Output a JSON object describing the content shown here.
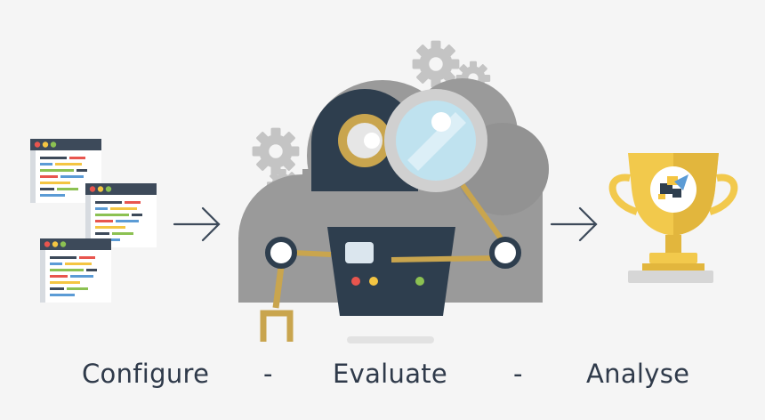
{
  "steps": {
    "configure": "Configure",
    "separator1": "-",
    "evaluate": "Evaluate",
    "separator2": "-",
    "analyse": "Analyse"
  },
  "icons": {
    "configure": "code-windows-icon",
    "arrow": "arrow-right-icon",
    "evaluate": "robot-cloud-magnifier-icon",
    "analyse": "trophy-icon"
  },
  "colors": {
    "text": "#2f3a4a",
    "navy": "#2e3e4e",
    "gold": "#c9a54e",
    "trophy": "#f2c94c",
    "cloud": "#9e9e9e",
    "gear": "#bdbdbd",
    "red": "#e8554e",
    "yellow": "#f4c542",
    "green": "#8cc152"
  }
}
